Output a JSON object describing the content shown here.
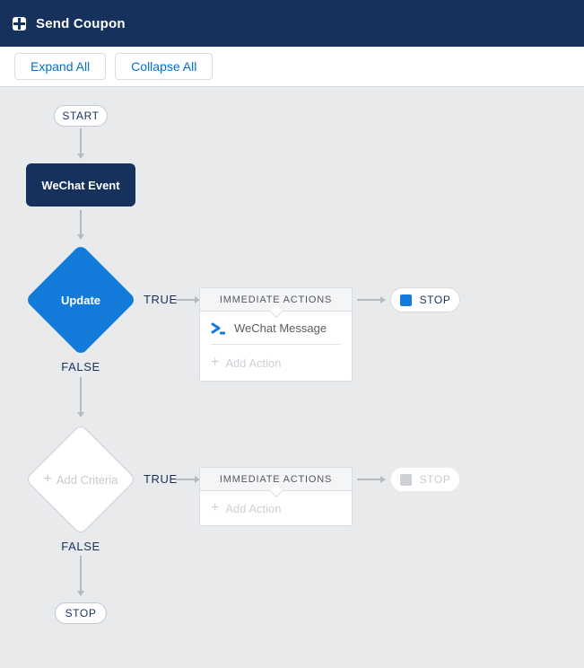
{
  "app": {
    "title": "Send Coupon"
  },
  "toolbar": {
    "expand_all": "Expand All",
    "collapse_all": "Collapse All"
  },
  "glyphs": {
    "plus": "+"
  },
  "colors": {
    "header_bg": "#16325c",
    "accent_blue": "#127ad9",
    "link_blue": "#0070d2",
    "canvas_bg": "#e9eaec",
    "inactive_gray": "#ccd0d6"
  },
  "flow": {
    "start": {
      "label": "START"
    },
    "trigger": {
      "label": "WeChat Event"
    },
    "decision1": {
      "label": "Update",
      "true": "TRUE",
      "false": "FALSE"
    },
    "actions1": {
      "header": "IMMEDIATE ACTIONS",
      "action": "WeChat Message",
      "add_action": "Add Action"
    },
    "stop1": {
      "label": "STOP"
    },
    "decision2": {
      "label": "Add Criteria",
      "true": "TRUE",
      "false": "FALSE"
    },
    "actions2": {
      "header": "IMMEDIATE ACTIONS",
      "add_action": "Add Action"
    },
    "stop2": {
      "label": "STOP"
    },
    "stop3": {
      "label": "STOP"
    }
  }
}
